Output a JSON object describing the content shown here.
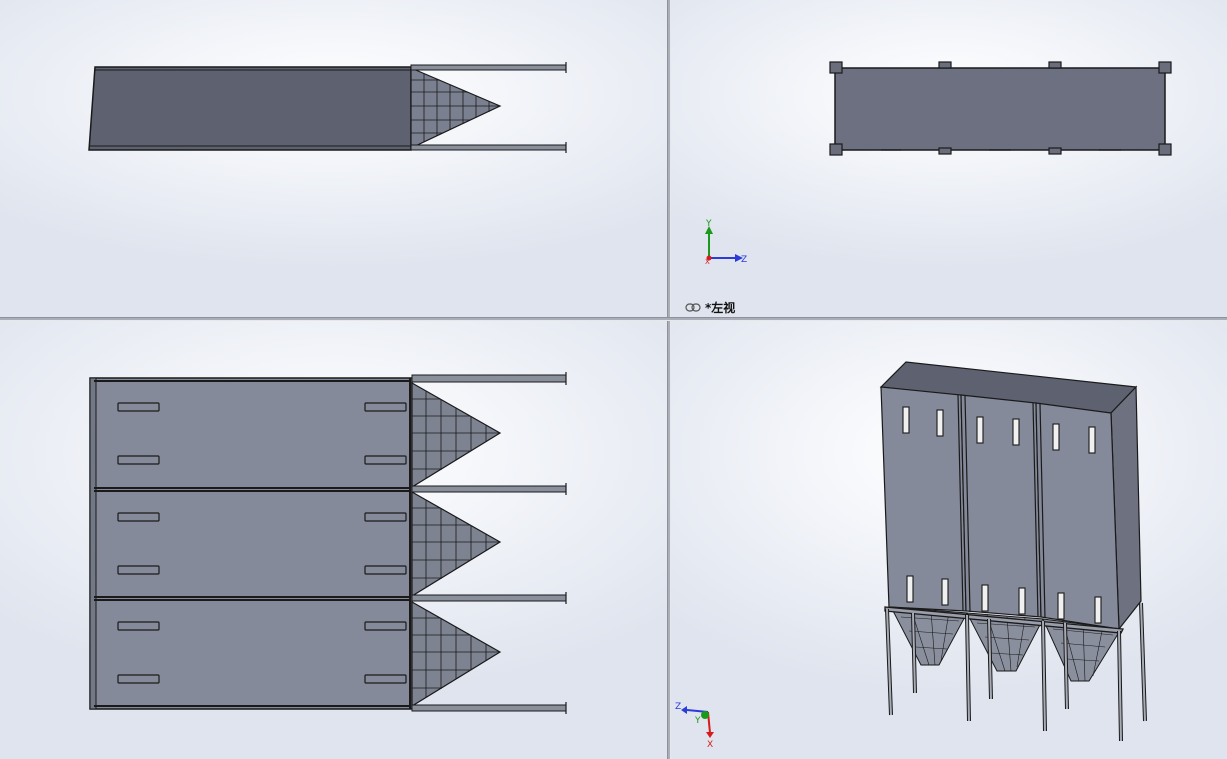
{
  "viewports": {
    "top_left": {
      "name": "top-view"
    },
    "top_right": {
      "name": "left-view",
      "label": "*左视"
    },
    "bottom_left": {
      "name": "front-view"
    },
    "bottom_right": {
      "name": "isometric-view"
    }
  },
  "triad_top_right": {
    "y": "Y",
    "z": "Z",
    "x": "X"
  },
  "triad_bottom_right": {
    "z": "Z",
    "y": "Y",
    "x": "X"
  },
  "colors": {
    "body_fill": "#858a9a",
    "body_dark": "#5f6372",
    "edge": "#1a1a1a",
    "axis_y": "#1a9a1a",
    "axis_z": "#2a3bd8",
    "axis_x": "#d81a1a"
  }
}
